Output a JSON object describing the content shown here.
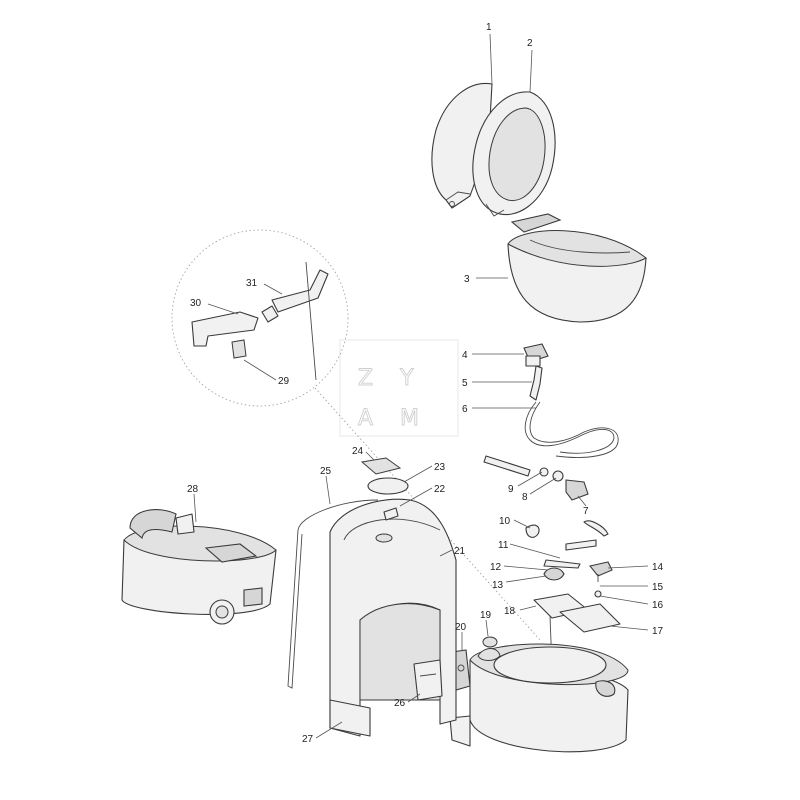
{
  "watermark": {
    "line1": "Z Y",
    "line2": "A M"
  },
  "callouts": {
    "n1": "1",
    "n2": "2",
    "n3": "3",
    "n4": "4",
    "n5": "5",
    "n6": "6",
    "n7": "7",
    "n8": "8",
    "n9": "9",
    "n10": "10",
    "n11": "11",
    "n12": "12",
    "n13": "13",
    "n14": "14",
    "n15": "15",
    "n16": "16",
    "n17": "17",
    "n18": "18",
    "n19": "19",
    "n20": "20",
    "n21": "21",
    "n22": "22",
    "n23": "23",
    "n24": "24",
    "n25": "25",
    "n26": "26",
    "n27": "27",
    "n28": "28",
    "n29": "29",
    "n30": "30",
    "n31": "31"
  }
}
